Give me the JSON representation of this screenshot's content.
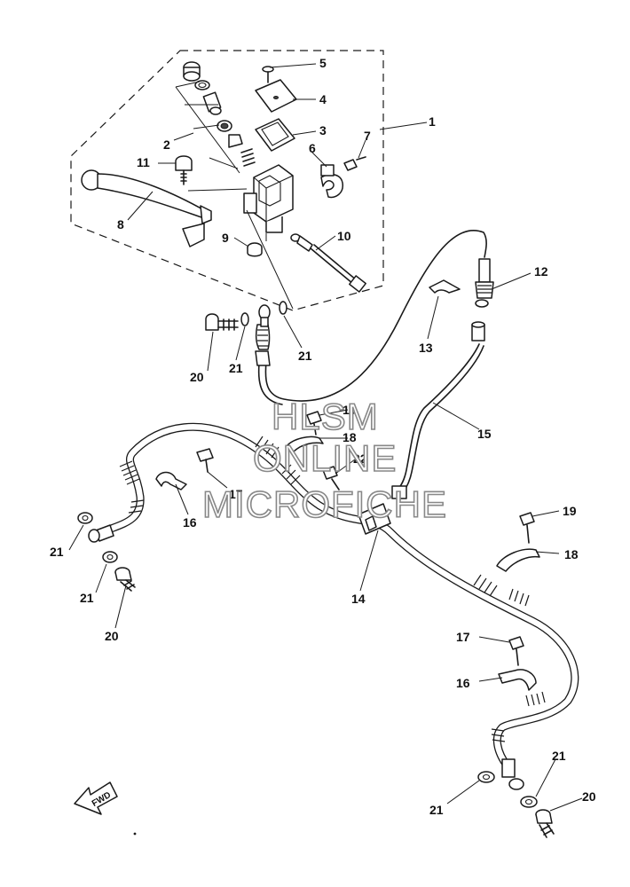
{
  "callouts": [
    {
      "id": "c1",
      "label": "1"
    },
    {
      "id": "c2",
      "label": "2"
    },
    {
      "id": "c3",
      "label": "3"
    },
    {
      "id": "c4",
      "label": "4"
    },
    {
      "id": "c5",
      "label": "5"
    },
    {
      "id": "c6",
      "label": "6"
    },
    {
      "id": "c7",
      "label": "7"
    },
    {
      "id": "c8",
      "label": "8"
    },
    {
      "id": "c9",
      "label": "9"
    },
    {
      "id": "c10",
      "label": "10"
    },
    {
      "id": "c11",
      "label": "11"
    },
    {
      "id": "c12",
      "label": "12"
    },
    {
      "id": "c13",
      "label": "13"
    },
    {
      "id": "c14",
      "label": "14"
    },
    {
      "id": "c15",
      "label": "15"
    },
    {
      "id": "c16a",
      "label": "16"
    },
    {
      "id": "c16b",
      "label": "16"
    },
    {
      "id": "c17a",
      "label": "17"
    },
    {
      "id": "c17b",
      "label": "17"
    },
    {
      "id": "c18a",
      "label": "18"
    },
    {
      "id": "c18b",
      "label": "18"
    },
    {
      "id": "c19a",
      "label": "19"
    },
    {
      "id": "c19b",
      "label": "19"
    },
    {
      "id": "c20a",
      "label": "20"
    },
    {
      "id": "c20b",
      "label": "20"
    },
    {
      "id": "c20c",
      "label": "20"
    },
    {
      "id": "c21a",
      "label": "21"
    },
    {
      "id": "c21b",
      "label": "21"
    },
    {
      "id": "c21c",
      "label": "21"
    },
    {
      "id": "c21d",
      "label": "21"
    },
    {
      "id": "c21e",
      "label": "21"
    },
    {
      "id": "c21f",
      "label": "21"
    },
    {
      "id": "c22",
      "label": "22"
    }
  ],
  "watermark": {
    "line1": "HLSM",
    "line2": "ONLINE",
    "line3": "MICROFICHE"
  },
  "direction_badge": {
    "label": "FWD"
  }
}
